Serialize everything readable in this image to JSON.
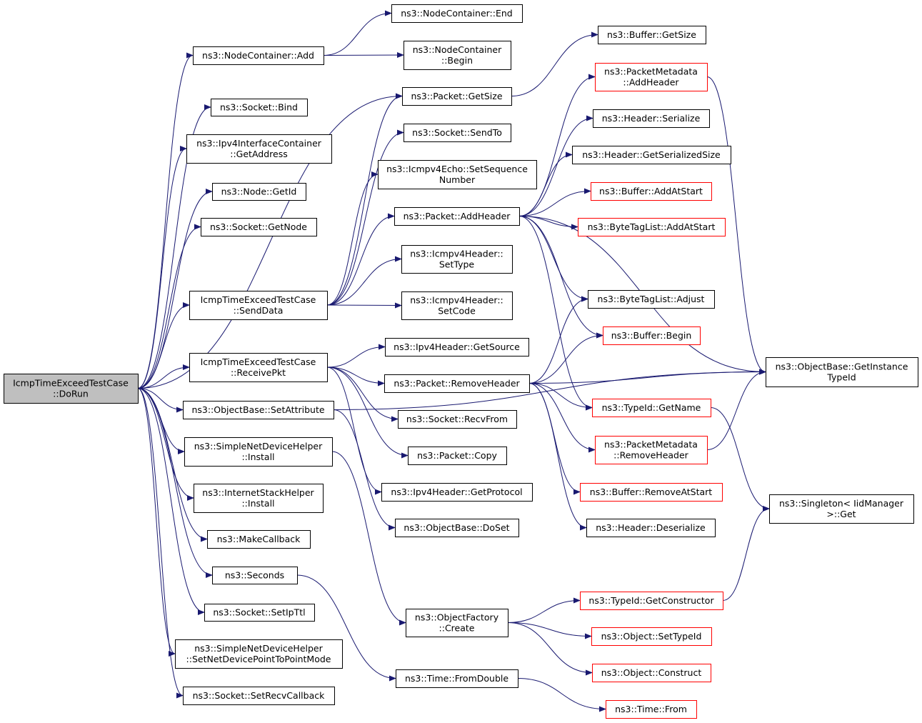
{
  "colors": {
    "edge": "#191970",
    "node_border": "#000000",
    "truncated_border": "#ff0000",
    "root_fill": "#bfbfbf",
    "node_fill": "#ffffff"
  },
  "nodes": {
    "root": {
      "lines": [
        "IcmpTimeExceedTestCase",
        "::DoRun"
      ],
      "style": "root"
    },
    "nc_add": {
      "lines": [
        "ns3::NodeContainer::Add"
      ]
    },
    "nc_end": {
      "lines": [
        "ns3::NodeContainer::End"
      ]
    },
    "nc_begin": {
      "lines": [
        "ns3::NodeContainer",
        "::Begin"
      ]
    },
    "sock_bind": {
      "lines": [
        "ns3::Socket::Bind"
      ]
    },
    "ipv4ic_addr": {
      "lines": [
        "ns3::Ipv4InterfaceContainer",
        "::GetAddress"
      ]
    },
    "node_getid": {
      "lines": [
        "ns3::Node::GetId"
      ]
    },
    "sock_getnode": {
      "lines": [
        "ns3::Socket::GetNode"
      ]
    },
    "senddata": {
      "lines": [
        "IcmpTimeExceedTestCase",
        "::SendData"
      ]
    },
    "receivepkt": {
      "lines": [
        "IcmpTimeExceedTestCase",
        "::ReceivePkt"
      ]
    },
    "ob_setattr": {
      "lines": [
        "ns3::ObjectBase::SetAttribute"
      ]
    },
    "sndh_install": {
      "lines": [
        "ns3::SimpleNetDeviceHelper",
        "::Install"
      ]
    },
    "ish_install": {
      "lines": [
        "ns3::InternetStackHelper",
        "::Install"
      ]
    },
    "makecallback": {
      "lines": [
        "ns3::MakeCallback"
      ]
    },
    "seconds": {
      "lines": [
        "ns3::Seconds"
      ]
    },
    "sock_setipttl": {
      "lines": [
        "ns3::Socket::SetIpTtl"
      ]
    },
    "sndh_setp2p": {
      "lines": [
        "ns3::SimpleNetDeviceHelper",
        "::SetNetDevicePointToPointMode"
      ]
    },
    "sock_setrecvcb": {
      "lines": [
        "ns3::Socket::SetRecvCallback"
      ]
    },
    "pkt_getsize": {
      "lines": [
        "ns3::Packet::GetSize"
      ]
    },
    "sock_sendto": {
      "lines": [
        "ns3::Socket::SendTo"
      ]
    },
    "echo_setseq": {
      "lines": [
        "ns3::Icmpv4Echo::SetSequence",
        "Number"
      ]
    },
    "pkt_addheader": {
      "lines": [
        "ns3::Packet::AddHeader"
      ]
    },
    "icmp_settype": {
      "lines": [
        "ns3::Icmpv4Header::",
        "SetType"
      ]
    },
    "icmp_setcode": {
      "lines": [
        "ns3::Icmpv4Header::",
        "SetCode"
      ]
    },
    "ipv4h_getsrc": {
      "lines": [
        "ns3::Ipv4Header::GetSource"
      ]
    },
    "pkt_removeheader": {
      "lines": [
        "ns3::Packet::RemoveHeader"
      ]
    },
    "sock_recvfrom": {
      "lines": [
        "ns3::Socket::RecvFrom"
      ]
    },
    "pkt_copy": {
      "lines": [
        "ns3::Packet::Copy"
      ]
    },
    "ipv4h_getproto": {
      "lines": [
        "ns3::Ipv4Header::GetProtocol"
      ]
    },
    "ob_doset": {
      "lines": [
        "ns3::ObjectBase::DoSet"
      ]
    },
    "of_create": {
      "lines": [
        "ns3::ObjectFactory",
        "::Create"
      ]
    },
    "time_fromdouble": {
      "lines": [
        "ns3::Time::FromDouble"
      ]
    },
    "buf_getsize": {
      "lines": [
        "ns3::Buffer::GetSize"
      ]
    },
    "pm_addheader": {
      "lines": [
        "ns3::PacketMetadata",
        "::AddHeader"
      ],
      "style": "truncated"
    },
    "hdr_serialize": {
      "lines": [
        "ns3::Header::Serialize"
      ]
    },
    "hdr_getsersize": {
      "lines": [
        "ns3::Header::GetSerializedSize"
      ]
    },
    "buf_addatstart": {
      "lines": [
        "ns3::Buffer::AddAtStart"
      ],
      "style": "truncated"
    },
    "btl_addatstart": {
      "lines": [
        "ns3::ByteTagList::AddAtStart"
      ],
      "style": "truncated"
    },
    "btl_adjust": {
      "lines": [
        "ns3::ByteTagList::Adjust"
      ]
    },
    "buf_begin": {
      "lines": [
        "ns3::Buffer::Begin"
      ],
      "style": "truncated"
    },
    "tid_getname": {
      "lines": [
        "ns3::TypeId::GetName"
      ],
      "style": "truncated"
    },
    "pm_removeheader": {
      "lines": [
        "ns3::PacketMetadata",
        "::RemoveHeader"
      ],
      "style": "truncated"
    },
    "buf_removeatstart": {
      "lines": [
        "ns3::Buffer::RemoveAtStart"
      ],
      "style": "truncated"
    },
    "hdr_deserialize": {
      "lines": [
        "ns3::Header::Deserialize"
      ]
    },
    "tid_getctor": {
      "lines": [
        "ns3::TypeId::GetConstructor"
      ],
      "style": "truncated"
    },
    "obj_settypeid": {
      "lines": [
        "ns3::Object::SetTypeId"
      ],
      "style": "truncated"
    },
    "obj_construct": {
      "lines": [
        "ns3::Object::Construct"
      ],
      "style": "truncated"
    },
    "time_from": {
      "lines": [
        "ns3::Time::From"
      ],
      "style": "truncated"
    },
    "ob_getinstancetid": {
      "lines": [
        "ns3::ObjectBase::GetInstance",
        "TypeId"
      ]
    },
    "singleton_get": {
      "lines": [
        "ns3::Singleton< IidManager",
        ">::Get"
      ]
    }
  },
  "edges": [
    [
      "root",
      "nc_add"
    ],
    [
      "root",
      "sock_bind"
    ],
    [
      "root",
      "ipv4ic_addr"
    ],
    [
      "root",
      "node_getid"
    ],
    [
      "root",
      "sock_getnode"
    ],
    [
      "root",
      "senddata"
    ],
    [
      "root",
      "receivepkt"
    ],
    [
      "root",
      "ob_setattr"
    ],
    [
      "root",
      "sndh_install"
    ],
    [
      "root",
      "ish_install"
    ],
    [
      "root",
      "makecallback"
    ],
    [
      "root",
      "seconds"
    ],
    [
      "root",
      "sock_setipttl"
    ],
    [
      "root",
      "sndh_setp2p"
    ],
    [
      "root",
      "sock_setrecvcb"
    ],
    [
      "root",
      "pkt_getsize"
    ],
    [
      "nc_add",
      "nc_end"
    ],
    [
      "nc_add",
      "nc_begin"
    ],
    [
      "senddata",
      "pkt_getsize"
    ],
    [
      "senddata",
      "sock_sendto"
    ],
    [
      "senddata",
      "echo_setseq"
    ],
    [
      "senddata",
      "pkt_addheader"
    ],
    [
      "senddata",
      "icmp_settype"
    ],
    [
      "senddata",
      "icmp_setcode"
    ],
    [
      "receivepkt",
      "ipv4h_getsrc"
    ],
    [
      "receivepkt",
      "pkt_removeheader"
    ],
    [
      "receivepkt",
      "sock_recvfrom"
    ],
    [
      "receivepkt",
      "pkt_copy"
    ],
    [
      "receivepkt",
      "ipv4h_getproto"
    ],
    [
      "ob_setattr",
      "ob_doset"
    ],
    [
      "ob_setattr",
      "ob_getinstancetid"
    ],
    [
      "sndh_install",
      "of_create"
    ],
    [
      "seconds",
      "time_fromdouble"
    ],
    [
      "pkt_getsize",
      "buf_getsize"
    ],
    [
      "pkt_addheader",
      "pm_addheader"
    ],
    [
      "pkt_addheader",
      "hdr_serialize"
    ],
    [
      "pkt_addheader",
      "hdr_getsersize"
    ],
    [
      "pkt_addheader",
      "buf_addatstart"
    ],
    [
      "pkt_addheader",
      "btl_addatstart"
    ],
    [
      "pkt_addheader",
      "btl_adjust"
    ],
    [
      "pkt_addheader",
      "buf_begin"
    ],
    [
      "pkt_addheader",
      "tid_getname"
    ],
    [
      "pkt_addheader",
      "ob_getinstancetid"
    ],
    [
      "pkt_removeheader",
      "btl_adjust"
    ],
    [
      "pkt_removeheader",
      "buf_begin"
    ],
    [
      "pkt_removeheader",
      "ob_getinstancetid"
    ],
    [
      "pkt_removeheader",
      "tid_getname"
    ],
    [
      "pkt_removeheader",
      "pm_removeheader"
    ],
    [
      "pkt_removeheader",
      "buf_removeatstart"
    ],
    [
      "pkt_removeheader",
      "hdr_deserialize"
    ],
    [
      "of_create",
      "tid_getctor"
    ],
    [
      "of_create",
      "obj_settypeid"
    ],
    [
      "of_create",
      "obj_construct"
    ],
    [
      "time_fromdouble",
      "time_from"
    ],
    [
      "pm_addheader",
      "ob_getinstancetid"
    ],
    [
      "pm_removeheader",
      "ob_getinstancetid"
    ],
    [
      "tid_getname",
      "singleton_get"
    ],
    [
      "tid_getctor",
      "singleton_get"
    ]
  ]
}
